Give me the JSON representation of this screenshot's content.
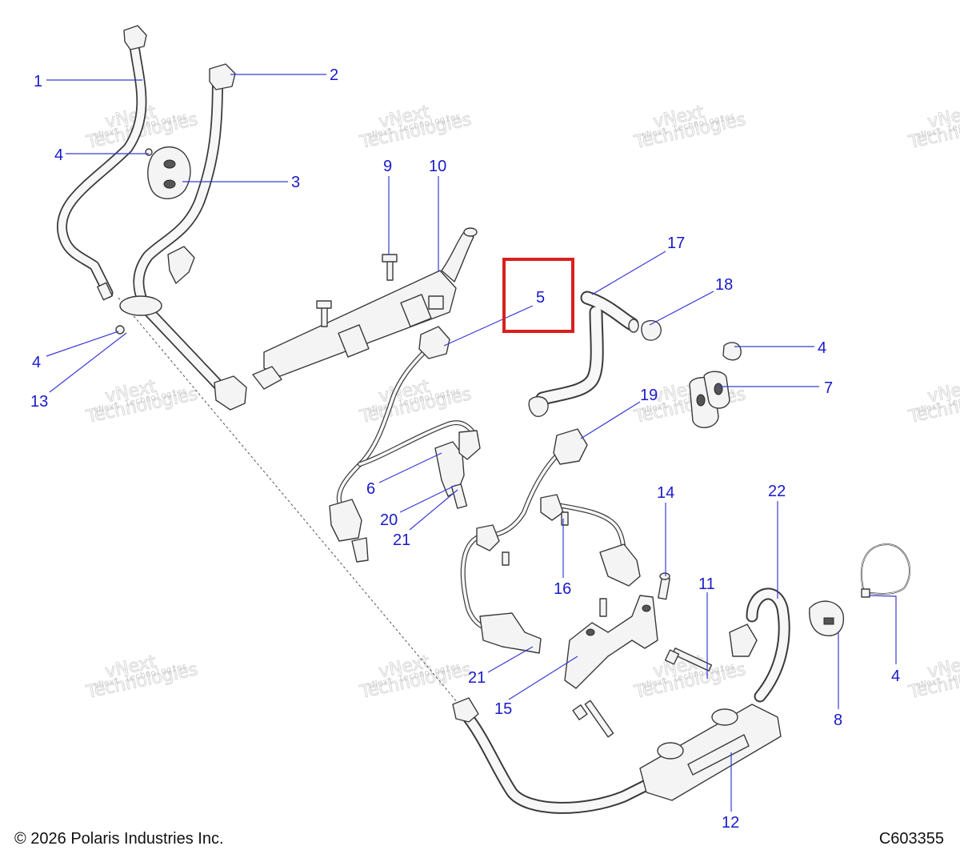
{
  "watermark": {
    "line1": "vNext Technologies",
    "line2": "vNext",
    "line3": "Technologies"
  },
  "callouts": [
    {
      "id": "c1",
      "label": "1"
    },
    {
      "id": "c2",
      "label": "2"
    },
    {
      "id": "c3",
      "label": "3"
    },
    {
      "id": "c4a",
      "label": "4"
    },
    {
      "id": "c4b",
      "label": "4"
    },
    {
      "id": "c4c",
      "label": "4"
    },
    {
      "id": "c4d",
      "label": "4"
    },
    {
      "id": "c5",
      "label": "5"
    },
    {
      "id": "c6",
      "label": "6"
    },
    {
      "id": "c7",
      "label": "7"
    },
    {
      "id": "c8",
      "label": "8"
    },
    {
      "id": "c9",
      "label": "9"
    },
    {
      "id": "c10",
      "label": "10"
    },
    {
      "id": "c11",
      "label": "11"
    },
    {
      "id": "c12",
      "label": "12"
    },
    {
      "id": "c13",
      "label": "13"
    },
    {
      "id": "c14",
      "label": "14"
    },
    {
      "id": "c15",
      "label": "15"
    },
    {
      "id": "c16",
      "label": "16"
    },
    {
      "id": "c17",
      "label": "17"
    },
    {
      "id": "c18",
      "label": "18"
    },
    {
      "id": "c19",
      "label": "19"
    },
    {
      "id": "c20",
      "label": "20"
    },
    {
      "id": "c21a",
      "label": "21"
    },
    {
      "id": "c21b",
      "label": "21"
    },
    {
      "id": "c22",
      "label": "22"
    }
  ],
  "highlight": {
    "callout": "5",
    "color": "#d9201f"
  },
  "colors": {
    "callout": "#1a1acc",
    "outline": "#3a3a3a",
    "fill": "#f4f4f4"
  },
  "footer": {
    "copyright": "© 2026 Polaris Industries Inc.",
    "diagram_id": "C603355"
  }
}
